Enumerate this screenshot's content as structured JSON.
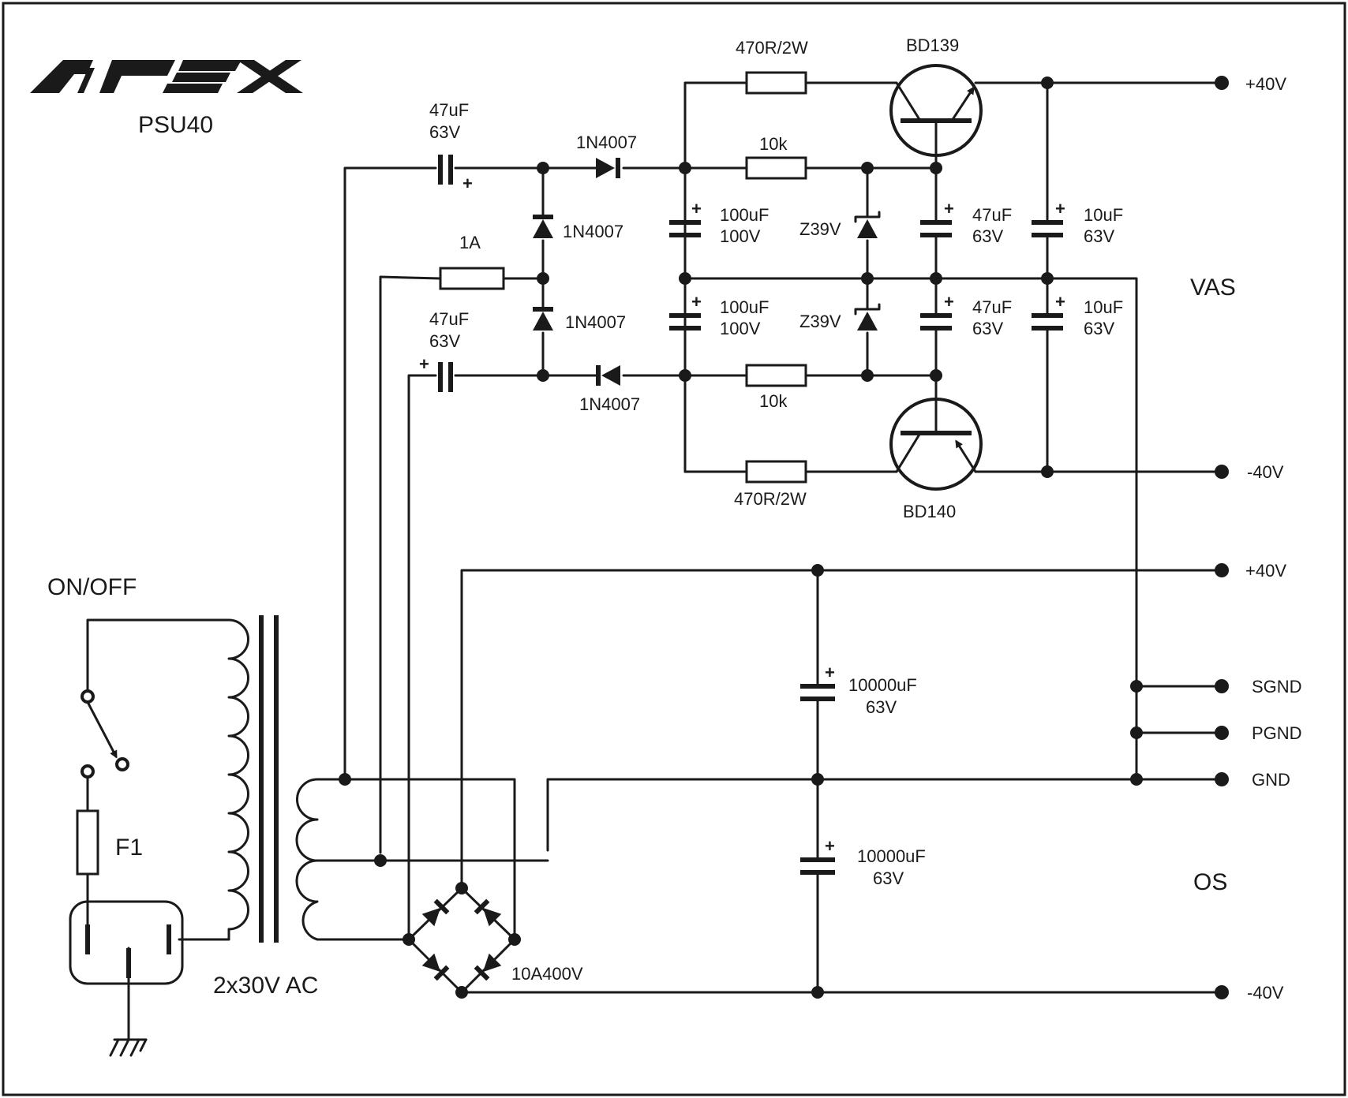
{
  "header": {
    "model": "PSU40"
  },
  "brand": {
    "logo_text": "APEX"
  },
  "terminals": {
    "vas_pos": "+40V",
    "vas_neg": "-40V",
    "os_pos": "+40V",
    "sgnd": "SGND",
    "pgnd": "PGND",
    "gnd": "GND",
    "os_neg": "-40V"
  },
  "sections": {
    "vas": "VAS",
    "os": "OS"
  },
  "components": {
    "q1": "BD139",
    "q2": "BD140",
    "r1": "470R/2W",
    "r2": "10k",
    "r3": "10k",
    "r4": "470R/2W",
    "fuse_1a": "1A",
    "d1": "1N4007",
    "d2": "1N4007",
    "d3": "1N4007",
    "d4": "1N4007",
    "c1_value": "47uF",
    "c1_voltage": "63V",
    "c2_value": "47uF",
    "c2_voltage": "63V",
    "c3_value": "100uF",
    "c3_voltage": "100V",
    "c4_value": "100uF",
    "c4_voltage": "100V",
    "zd1": "Z39V",
    "zd2": "Z39V",
    "c5_value": "47uF",
    "c5_voltage": "63V",
    "c6_value": "47uF",
    "c6_voltage": "63V",
    "c7_value": "10uF",
    "c7_voltage": "63V",
    "c8_value": "10uF",
    "c8_voltage": "63V",
    "c9_value": "10000uF",
    "c9_voltage": "63V",
    "c10_value": "10000uF",
    "c10_voltage": "63V",
    "bridge": "10A400V",
    "fuse_main": "F1",
    "switch": "ON/OFF",
    "transformer": "2x30V AC"
  }
}
